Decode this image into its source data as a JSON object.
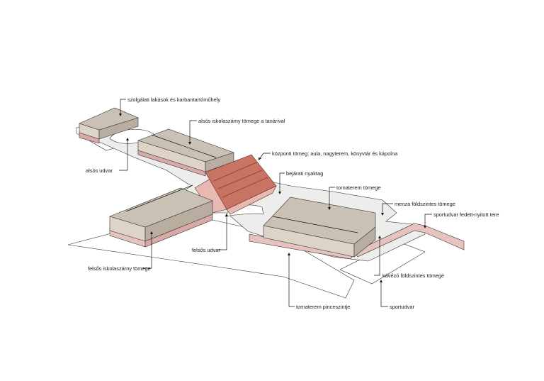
{
  "labels": {
    "szolgalati": "szolgálati lakások és karbantartóműhely",
    "also_tomeg": "alsós iskolaszámy tömege a tanárival",
    "kozponti": "központi tömeg: aula, nagyterem, könyvtár és kápolna",
    "bejarati": "bejárati nyaktag",
    "also_udvar": "alsós udvar",
    "tornaterem": "tornaterem tömege",
    "menza": "menza földszintes tömege",
    "sportudvar_fedett": "sportudvar fedett-nyitott tere",
    "felso_udvar": "felsős udvar",
    "felso_tomeg": "felsős iskolaszárny tömege",
    "kavezo": "kávézó földszintes tömege",
    "pince": "tornaterem pinceszintje",
    "sportudvar": "sportudvar"
  },
  "colors": {
    "roof_beige": "#c9c1b4",
    "wall_light": "#ddd3c6",
    "wall_dark": "#b8ad9f",
    "pink_base": "#e7c3bf",
    "tile_red": "#c97463",
    "slab_grey": "#ededeb"
  }
}
